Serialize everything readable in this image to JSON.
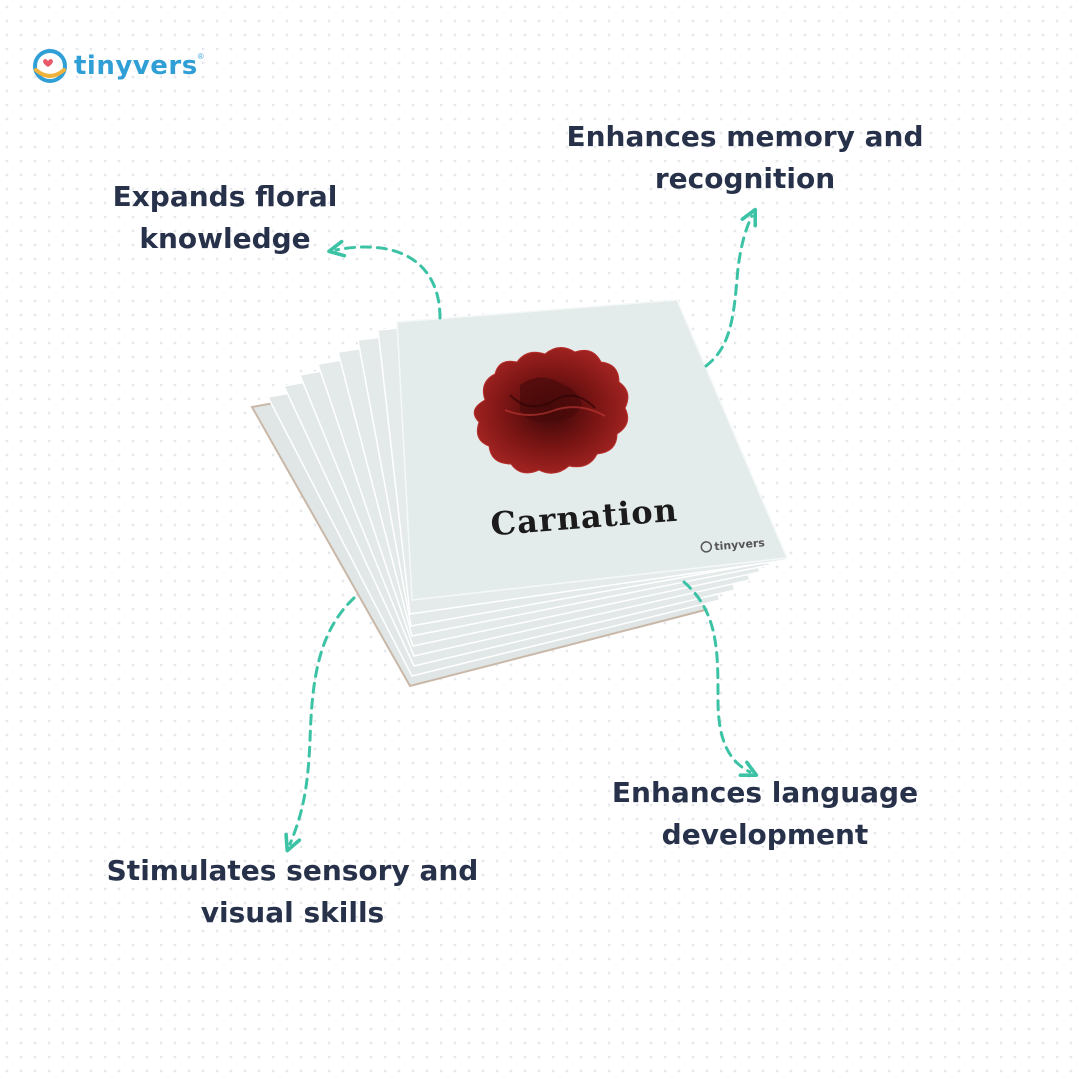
{
  "brand": {
    "name": "tinyvers",
    "reg_mark": "®",
    "color": "#2f9fd6",
    "accent_colors": [
      "#f0b23a",
      "#e85a6a",
      "#2f9fd6"
    ]
  },
  "card": {
    "word": "Carnation",
    "brand": "tinyvers",
    "flower_color": "#7a1514",
    "card_color": "#e4eceb"
  },
  "callouts": {
    "floral": {
      "line1": "Expands floral",
      "line2": "knowledge"
    },
    "memory": {
      "line1": "Enhances memory and",
      "line2": "recognition"
    },
    "language": {
      "line1": "Enhances language",
      "line2": "development"
    },
    "sensory": {
      "line1": "Stimulates sensory and",
      "line2": "visual skills"
    }
  },
  "colors": {
    "text": "#27324a",
    "arrow": "#3cc2a4"
  }
}
